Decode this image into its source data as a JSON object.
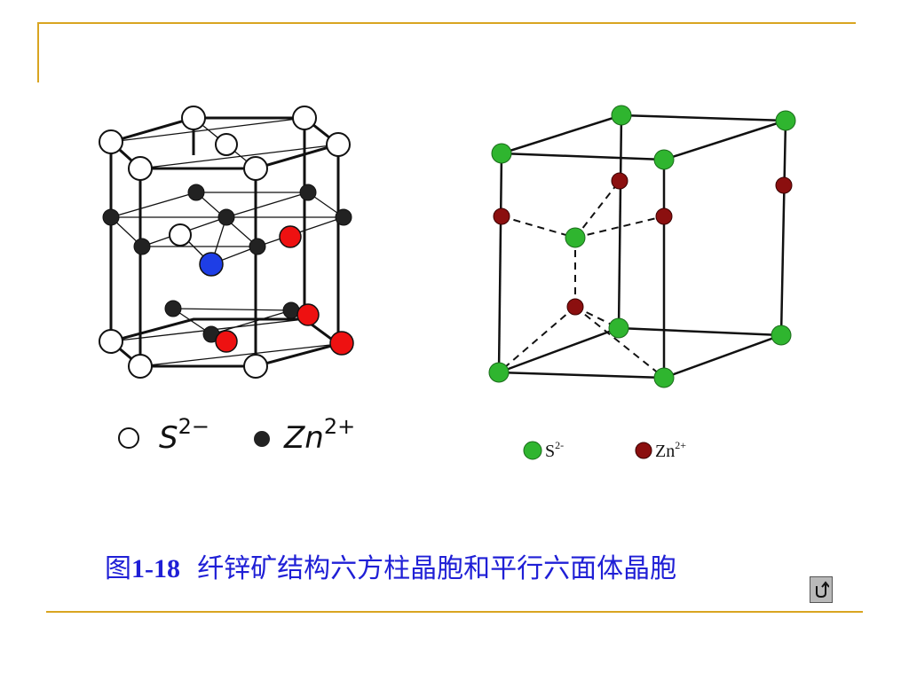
{
  "figure": {
    "left_legend": {
      "anion_label": "S",
      "anion_charge": "2−",
      "cation_label": "Zn",
      "cation_charge": "2+"
    },
    "right_legend": {
      "anion_label": "S",
      "anion_charge": "2-",
      "cation_label": "Zn",
      "cation_charge": "2+"
    },
    "colors": {
      "anion_right": "#2fb52f",
      "cation_right": "#8b0f0f",
      "highlight_red": "#ee1111",
      "highlight_blue": "#1e3ee6",
      "cation_left": "#222222"
    }
  },
  "caption": {
    "prefix": "图",
    "number": "1-18",
    "text": "纤锌矿结构六方柱晶胞和平行六面体晶胞"
  },
  "nav": {
    "return_icon": "return-arrow-icon"
  },
  "theme": {
    "frame_color": "#d9a521",
    "caption_color": "#1f1fd6"
  }
}
